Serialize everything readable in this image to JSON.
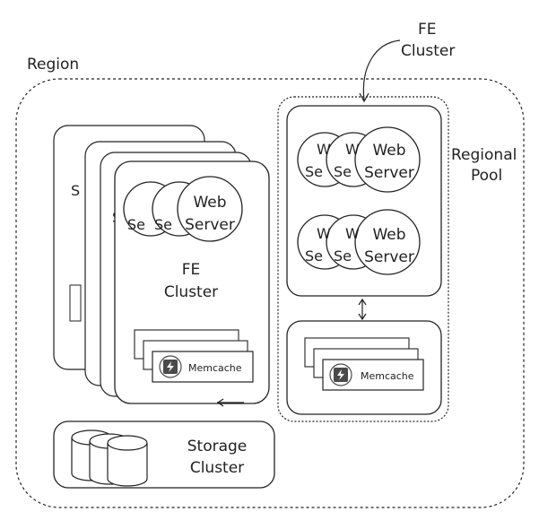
{
  "labels": {
    "region": "Region",
    "fe_cluster_top_line1": "FE",
    "fe_cluster_top_line2": "Cluster",
    "regional_pool_line1": "Regional",
    "regional_pool_line2": "Pool",
    "fe_cluster_line1": "FE",
    "fe_cluster_line2": "Cluster",
    "web_line1": "Web",
    "web_line2": "Server",
    "memcache": "Memcache",
    "storage_line1": "Storage",
    "storage_line2": "Cluster"
  },
  "colors": {
    "ink": "#222222",
    "memcache_icon": "#4a4a4a",
    "background": "#ffffff"
  }
}
